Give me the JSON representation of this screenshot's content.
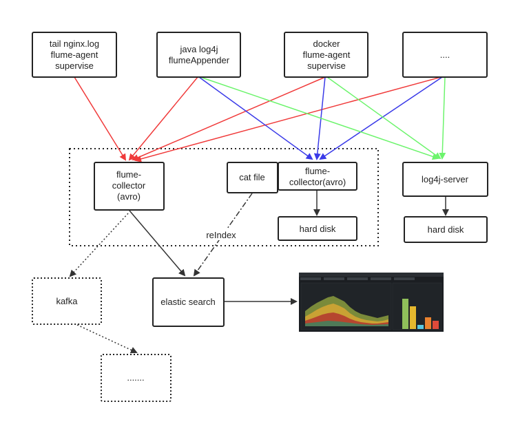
{
  "nodes": {
    "nginx_agent": [
      "tail nginx.log",
      "flume-agent",
      "supervise"
    ],
    "java_log4j": [
      "java log4j",
      "flumeAppender"
    ],
    "docker_agent": [
      "docker",
      "flume-agent",
      "supervise"
    ],
    "more_sources": "....",
    "collector_left": [
      "flume-",
      "collector",
      "(avro)"
    ],
    "cat_file": "cat file",
    "collector_right": [
      "flume-",
      "collector(avro)"
    ],
    "hard_disk_cluster": "hard disk",
    "log4j_server": "log4j-server",
    "hard_disk_server": "hard disk",
    "kafka": "kafka",
    "elastic_search": "elastic search",
    "more_consumers": "......."
  },
  "edge_labels": {
    "reindex": "reIndex"
  },
  "colors": {
    "red": "#f03a3a",
    "blue": "#3a3ae8",
    "green": "#6cf46c",
    "dark": "#333333"
  }
}
